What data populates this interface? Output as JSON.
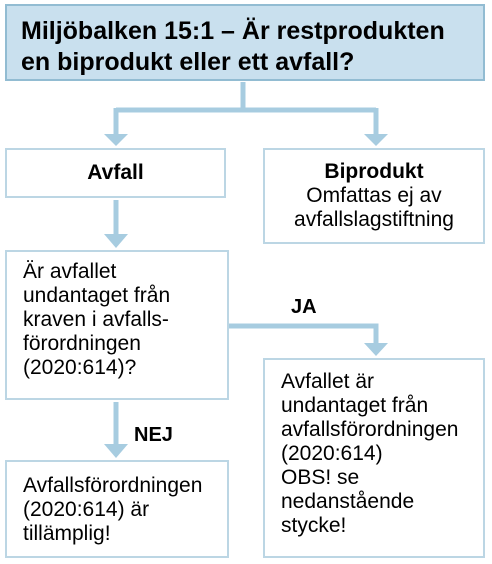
{
  "title": {
    "lines": [
      "Miljöbalken 15:1 – Är restprodukten",
      "en biprodukt eller ett avfall?"
    ]
  },
  "avfall": {
    "label": "Avfall"
  },
  "biprodukt": {
    "label": "Biprodukt",
    "lines": [
      "Omfattas ej av",
      "avfallslagstiftning"
    ]
  },
  "question": {
    "lines": [
      "Är avfallet",
      "undantaget från",
      "kraven i avfalls-",
      "förordningen",
      "(2020:614)?"
    ]
  },
  "yes_label": "JA",
  "no_label": "NEJ",
  "yes_result": {
    "lines": [
      "Avfallet är",
      "undantaget från",
      "avfallsförordningen",
      "(2020:614)",
      "OBS! se",
      "nedanstående",
      "stycke!"
    ]
  },
  "no_result": {
    "lines": [
      "Avfallsförordningen",
      "(2020:614) är",
      "tillämplig!"
    ]
  },
  "colors": {
    "title_fill": "#c9e0ee",
    "title_border": "#92bcd2",
    "box_border": "#bcd6e4",
    "arrow": "#a7cce0"
  }
}
